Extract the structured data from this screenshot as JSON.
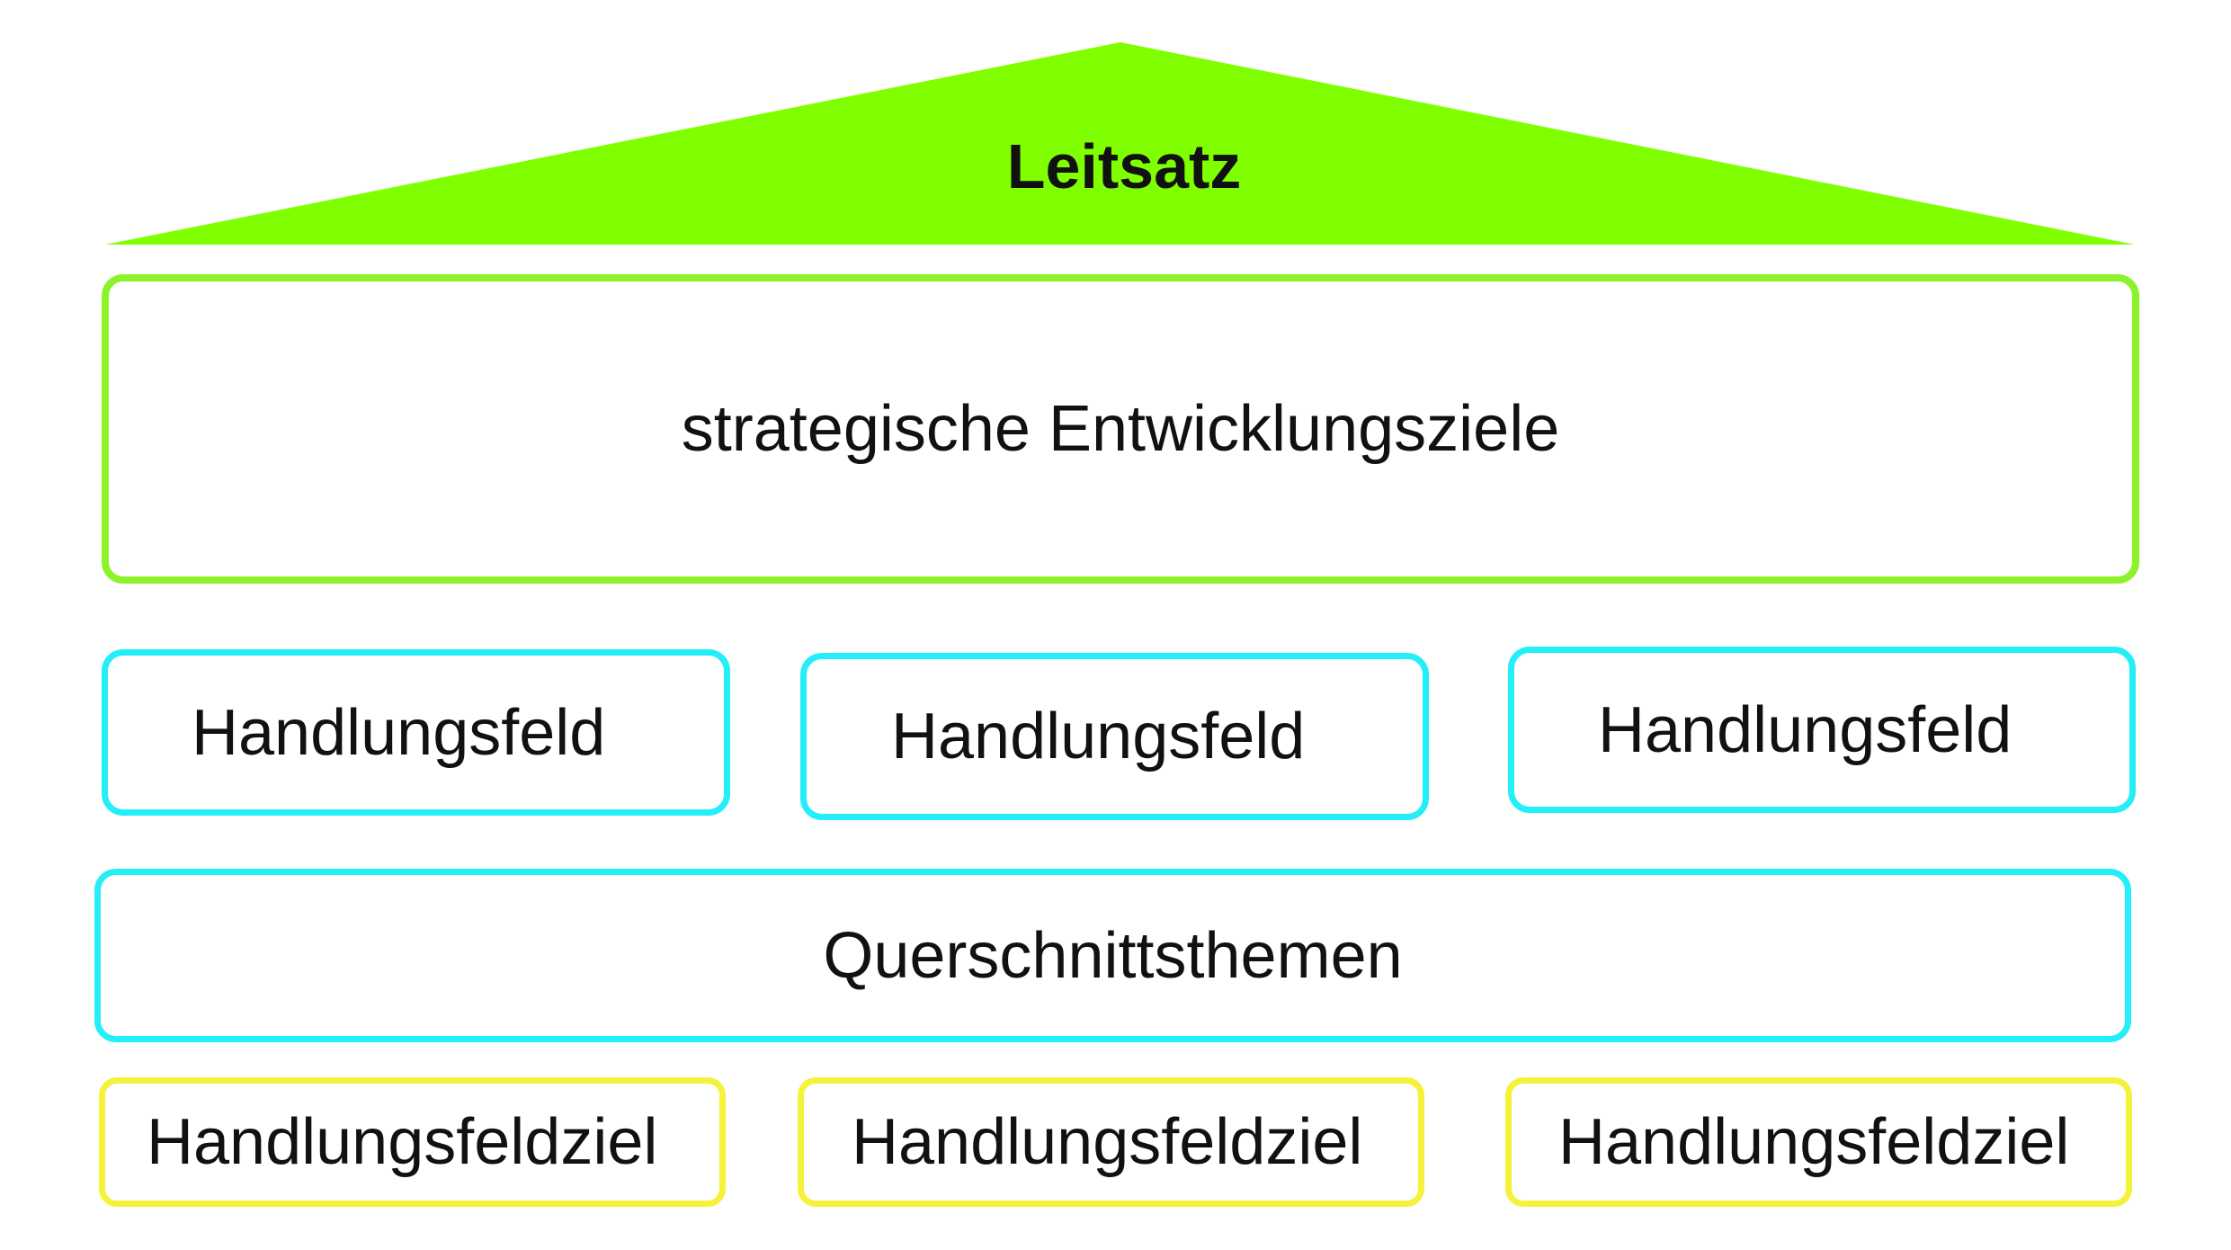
{
  "colors": {
    "roof": "#80ff00",
    "goals_border": "#8cf22a",
    "fields_border": "#24eef8",
    "targets_border": "#f4f23a"
  },
  "roof": {
    "label": "Leitsatz"
  },
  "strategic": {
    "label": "strategische Entwicklungsziele"
  },
  "fields": [
    {
      "label": "Handlungsfeld"
    },
    {
      "label": "Handlungsfeld"
    },
    {
      "label": "Handlungsfeld"
    }
  ],
  "cross_cutting": {
    "label": "Querschnittsthemen"
  },
  "field_goals": [
    {
      "label": "Handlungsfeldziel"
    },
    {
      "label": "Handlungsfeldziel"
    },
    {
      "label": "Handlungsfeldziel"
    }
  ]
}
